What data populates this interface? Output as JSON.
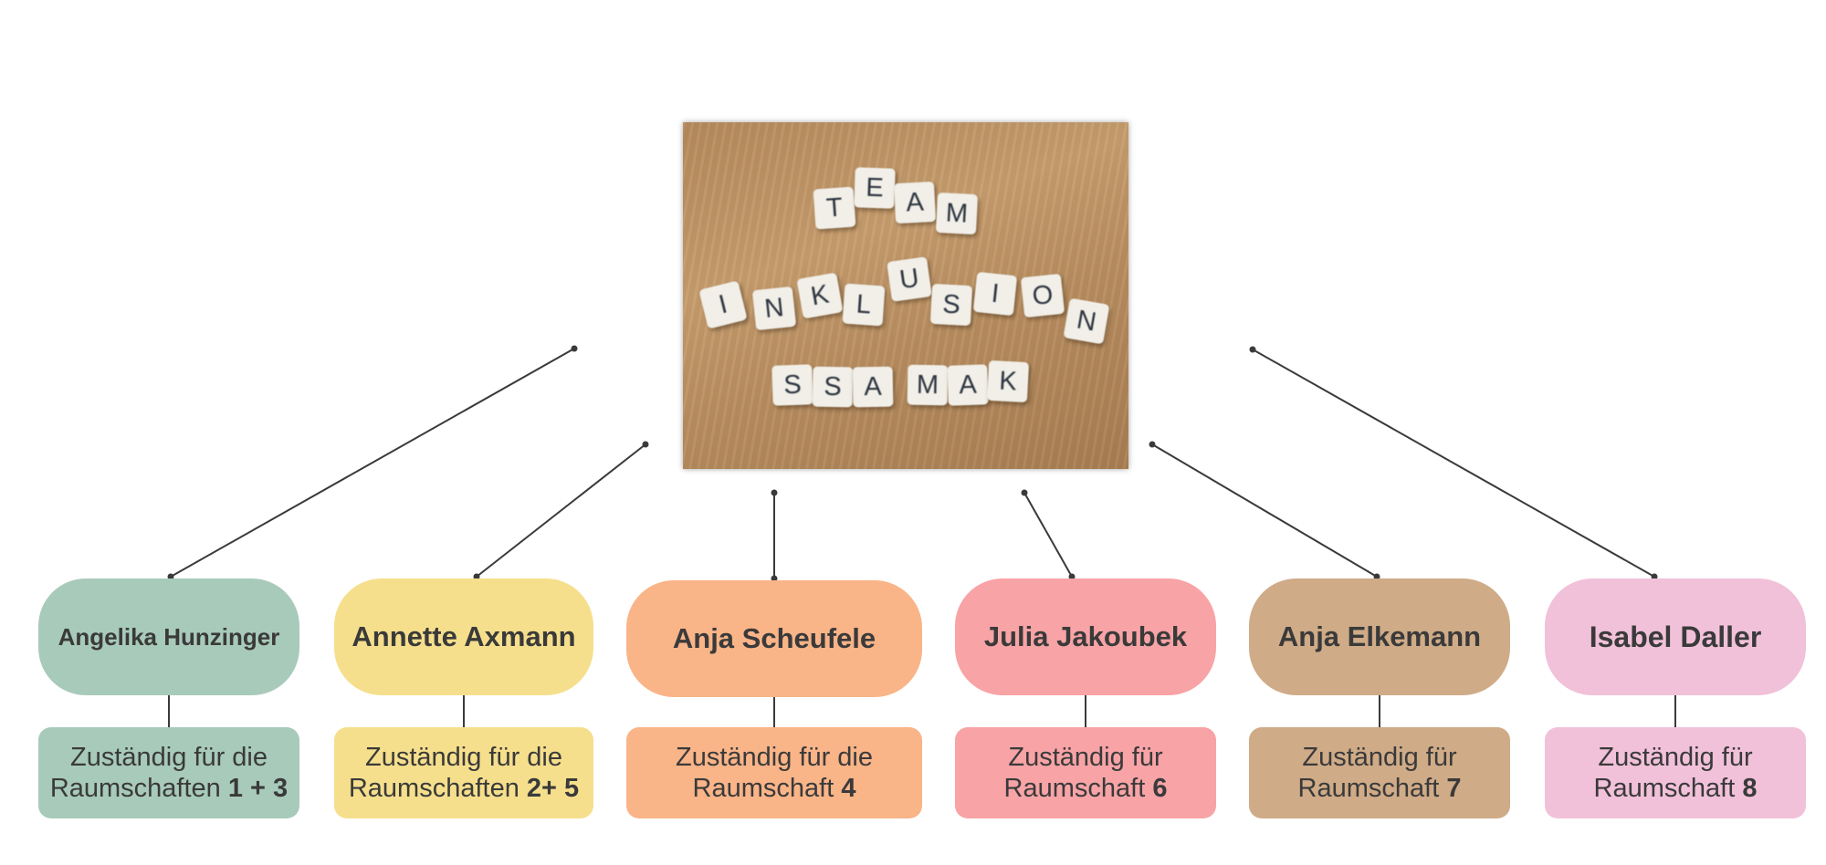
{
  "image": {
    "description_icon": "team-photo",
    "tile_rows": [
      [
        "T",
        "E",
        "A",
        "M"
      ],
      [
        "I",
        "N",
        "K",
        "L",
        "U",
        "S",
        "I",
        "O",
        "N"
      ],
      [
        "S",
        "S",
        "A",
        "M",
        "A",
        "K"
      ]
    ]
  },
  "colors": {
    "green": "#a8cabb",
    "yellow": "#f6df8c",
    "orange": "#f9b488",
    "pink_red": "#f8a3a6",
    "tan": "#cfab87",
    "pink": "#f1c1d9",
    "connector": "#3a3a3a"
  },
  "members": [
    {
      "name": "Angelika Hunzinger",
      "resp_line1": "Zuständig für die",
      "resp_line2_text": "Raumschaften ",
      "resp_line2_bold": "1 + 3"
    },
    {
      "name": "Annette Axmann",
      "resp_line1": "Zuständig für die",
      "resp_line2_text": "Raumschaften ",
      "resp_line2_bold": "2+ 5"
    },
    {
      "name": "Anja Scheufele",
      "resp_line1": "Zuständig für die",
      "resp_line2_text": "Raumschaft ",
      "resp_line2_bold": "4"
    },
    {
      "name": "Julia Jakoubek",
      "resp_line1": "Zuständig für",
      "resp_line2_text": "Raumschaft ",
      "resp_line2_bold": "6"
    },
    {
      "name": "Anja Elkemann",
      "resp_line1": "Zuständig für",
      "resp_line2_text": "Raumschaft ",
      "resp_line2_bold": "7"
    },
    {
      "name": "Isabel Daller",
      "resp_line1": "Zuständig für",
      "resp_line2_text": "Raumschaft ",
      "resp_line2_bold": "8"
    }
  ]
}
